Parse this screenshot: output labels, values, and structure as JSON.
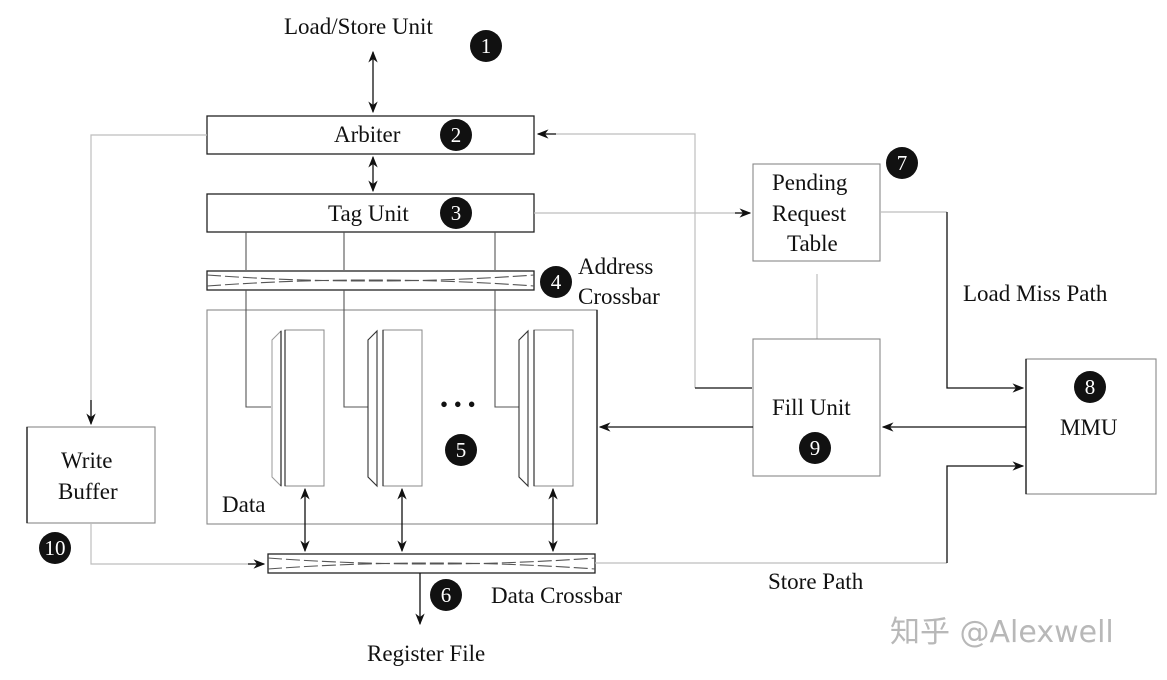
{
  "labels": {
    "load_store_unit": "Load/Store Unit",
    "arbiter": "Arbiter",
    "tag_unit": "Tag Unit",
    "address_crossbar_line1": "Address",
    "address_crossbar_line2": "Crossbar",
    "data": "Data",
    "ellipsis": "• • •",
    "data_crossbar": "Data Crossbar",
    "register_file": "Register File",
    "pending_request_table_line1": "Pending",
    "pending_request_table_line2": "Request",
    "pending_request_table_line3": "Table",
    "load_miss_path": "Load Miss Path",
    "fill_unit": "Fill Unit",
    "mmu": "MMU",
    "store_path": "Store Path",
    "write_buffer_line1": "Write",
    "write_buffer_line2": "Buffer"
  },
  "badges": {
    "b1": "1",
    "b2": "2",
    "b3": "3",
    "b4": "4",
    "b5": "5",
    "b6": "6",
    "b7": "7",
    "b8": "8",
    "b9": "9",
    "b10": "10"
  },
  "colors": {
    "badge_fill": "#111111",
    "stroke_dark": "#111111",
    "stroke_light": "#bdbdbd",
    "watermark": "#b8b8b8"
  },
  "watermark": "知乎 @Alexwell"
}
